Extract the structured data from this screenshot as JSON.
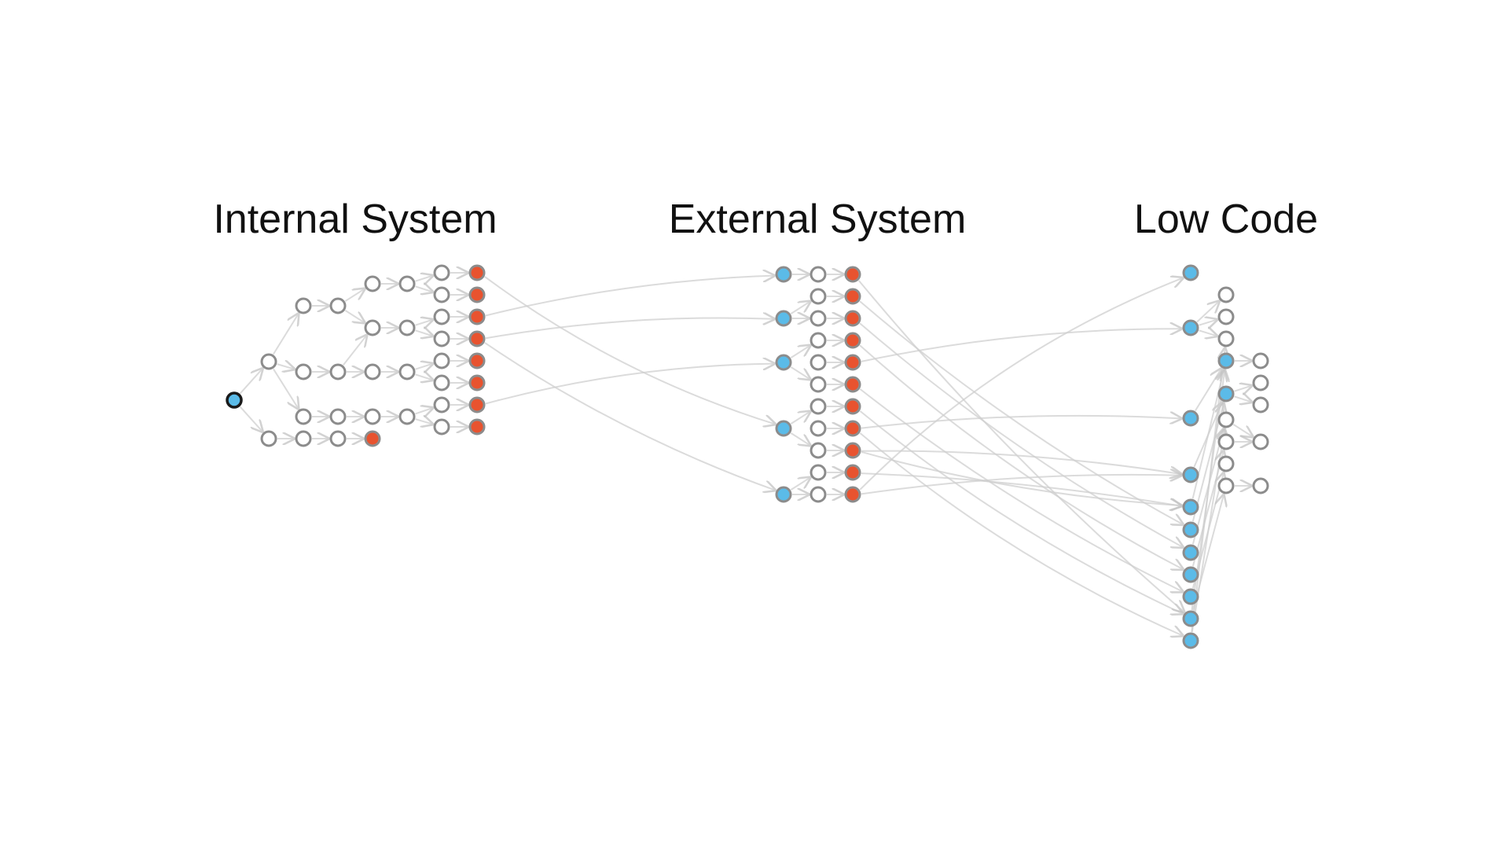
{
  "sections": {
    "internal": {
      "title": "Internal System"
    },
    "external": {
      "title": "External System"
    },
    "lowcode": {
      "title": "Low Code"
    }
  },
  "colors": {
    "node_outline": "#8c8c8c",
    "empty_fill": "#ffffff",
    "blue_fill": "#5bbbe8",
    "red_fill": "#e8532f",
    "edge": "#cfcfcf",
    "start_outline": "#1a1a1a"
  },
  "node_types": [
    "start",
    "empty",
    "red",
    "blue"
  ]
}
